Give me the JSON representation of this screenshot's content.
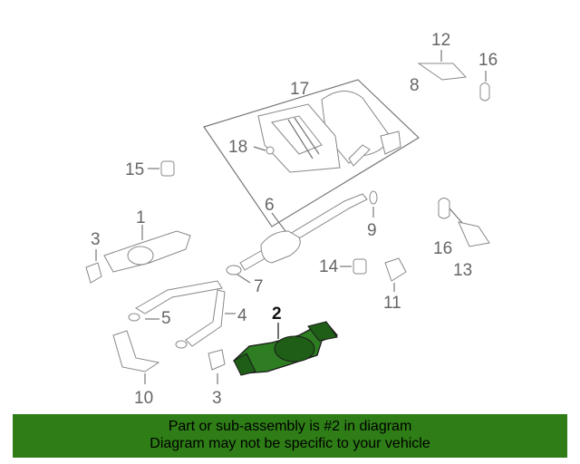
{
  "callouts": {
    "c1": "1",
    "c2": "2",
    "c3a": "3",
    "c3b": "3",
    "c4": "4",
    "c5": "5",
    "c6": "6",
    "c7": "7",
    "c8": "8",
    "c9": "9",
    "c10": "10",
    "c11": "11",
    "c12": "12",
    "c13": "13",
    "c14": "14",
    "c15": "15",
    "c16a": "16",
    "c16b": "16",
    "c17": "17",
    "c18": "18"
  },
  "highlighted_part": "2",
  "colors": {
    "highlight": "#2e7d23",
    "banner": "#2e7d16"
  },
  "banner": {
    "line1": "Part or sub-assembly is #2 in diagram",
    "line2": "Diagram may not be specific to your vehicle"
  }
}
